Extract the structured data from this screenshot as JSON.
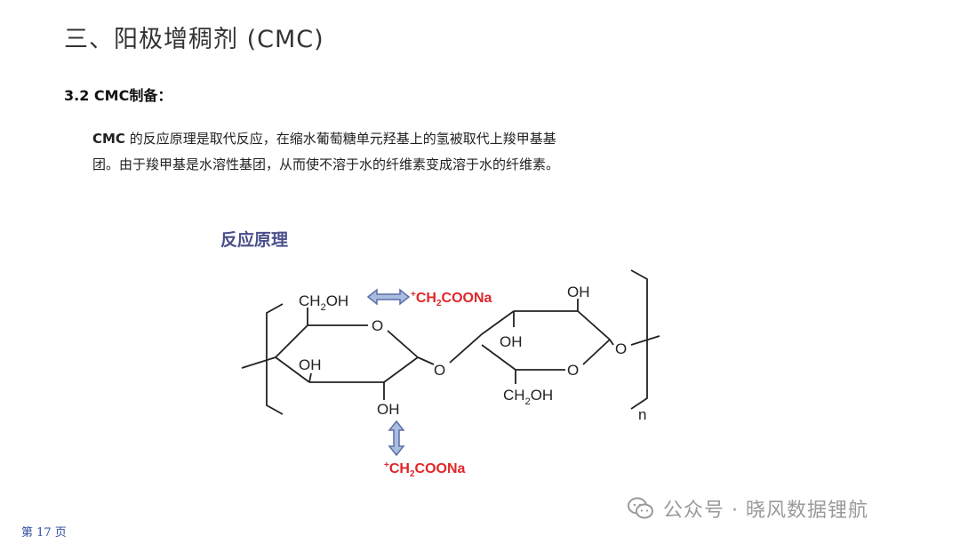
{
  "header": {
    "title": "三、阳极增稠剂 (CMC)",
    "section": "3.2 CMC制备："
  },
  "body": {
    "lead": "CMC",
    "line1_rest": " 的反应原理是取代反应，在缩水葡萄糖单元羟基上的氢被取代上羧甲基基",
    "line2": "团。由于羧甲基是水溶性基团，从而使不溶于水的纤维素变成溶于水的纤维素。"
  },
  "diagram": {
    "label": "反应原理",
    "ring_o_1": "O",
    "ring_o_2": "O",
    "bridge_o": "O",
    "end_o": "O",
    "ch2oh_1_main": "CH",
    "ch2oh_1_sub": "2",
    "ch2oh_1_tail": "OH",
    "ch2oh_2_main": "CH",
    "ch2oh_2_sub": "2",
    "ch2oh_2_tail": "OH",
    "oh_1": "OH",
    "oh_2": "OH",
    "oh_3": "OH",
    "oh_4": "OH",
    "subscript_n": "n",
    "sub_1_plus": "+",
    "sub_1_main": "CH",
    "sub_1_sub": "2",
    "sub_1_tail": "COONa",
    "sub_2_plus": "+",
    "sub_2_main": "CH",
    "sub_2_sub": "2",
    "sub_2_tail": "COONa"
  },
  "footer": {
    "page": "第 17 页",
    "watermark": "公众号 · 晓风数据锂航"
  },
  "colors": {
    "label": "#4a4f8a",
    "substituent": "#e0262b",
    "arrow_fill": "#a9bde0",
    "arrow_stroke": "#5b6fa8"
  }
}
